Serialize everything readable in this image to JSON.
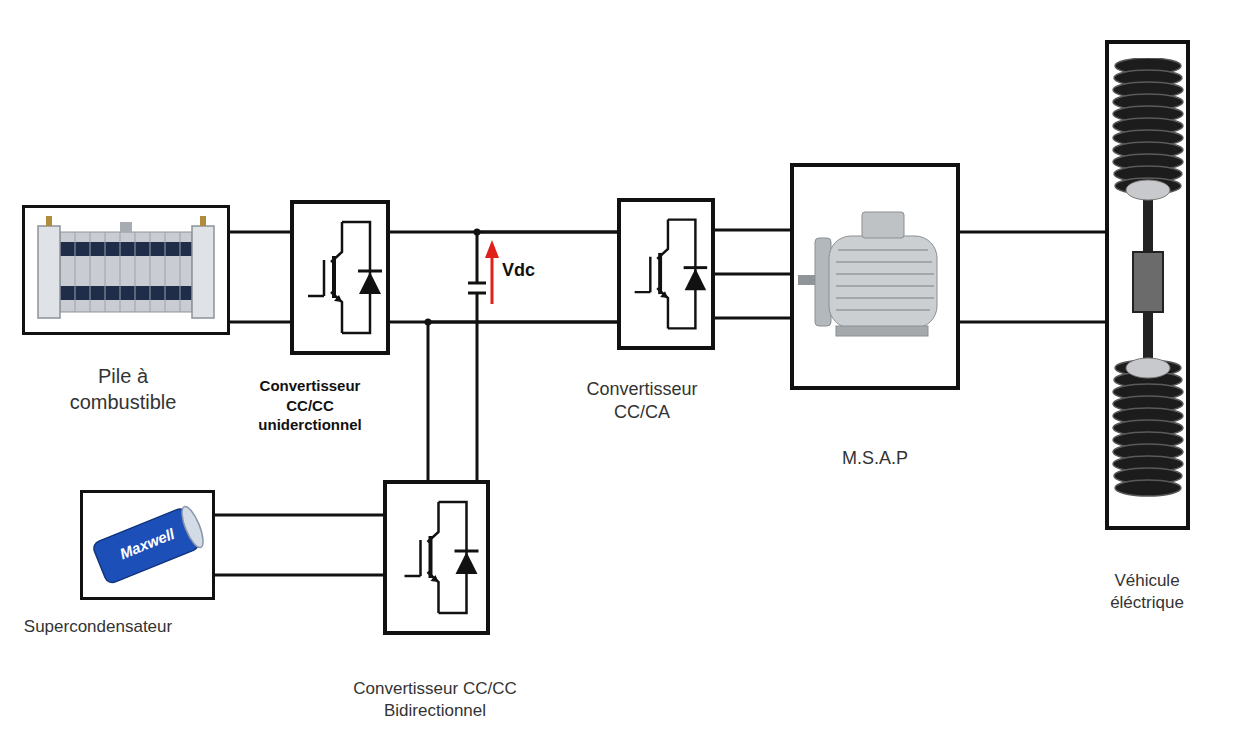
{
  "diagram": {
    "nodes": [
      {
        "text": [
          "Pile à combustible"
        ]
      },
      {
        "text": [
          "Convertisseur CC/CC uniderctionnel"
        ]
      },
      {
        "text": [
          "Convertisseur CC/CA"
        ]
      },
      {
        "text": [
          "M.S.A.P"
        ]
      },
      {
        "text": [
          "Véhicule éléctrique"
        ]
      },
      {
        "text": [
          "Supercondensateur"
        ]
      },
      {
        "text": [
          "Convertisseur CC/CC Bidirectionnel"
        ]
      }
    ],
    "edges": [
      {
        "from": 0,
        "to": 1,
        "arrow": "none"
      },
      {
        "from": 1,
        "to": 2,
        "arrow": "none"
      },
      {
        "from": 2,
        "to": 3,
        "arrow": "none"
      },
      {
        "from": 3,
        "to": 4,
        "arrow": "none"
      },
      {
        "from": 5,
        "to": 6,
        "arrow": "none"
      },
      {
        "from": 6,
        "to": 2,
        "arrow": "none"
      }
    ],
    "labels": [
      "Vdc",
      "Maxwell"
    ]
  }
}
